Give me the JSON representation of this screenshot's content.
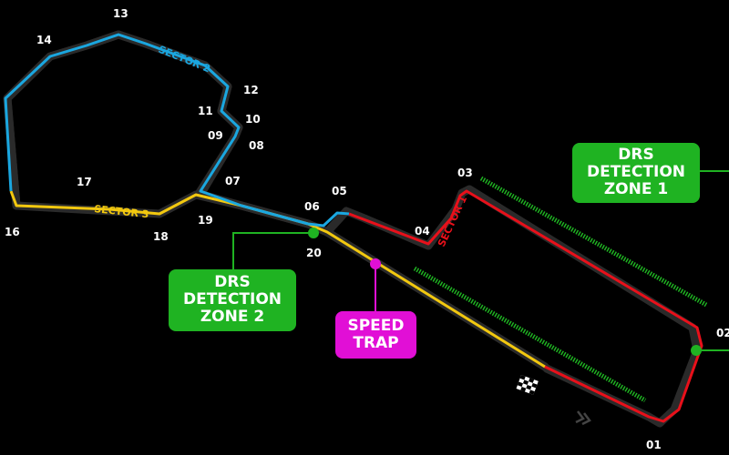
{
  "colors": {
    "sector1": "#e8101a",
    "sector2": "#1aa7e0",
    "sector3": "#f2c80f",
    "drs": "#1fb322",
    "speed_trap": "#e10fd6",
    "track_outline": "#2a2a2a",
    "background": "#000000"
  },
  "sectors": {
    "s1": "SECTOR 1",
    "s2": "SECTOR 2",
    "s3": "SECTOR 3"
  },
  "turns": {
    "t01": "01",
    "t02": "02",
    "t03": "03",
    "t04": "04",
    "t05": "05",
    "t06": "06",
    "t07": "07",
    "t08": "08",
    "t09": "09",
    "t10": "10",
    "t11": "11",
    "t12": "12",
    "t13": "13",
    "t14": "14",
    "t16": "16",
    "t17": "17",
    "t18": "18",
    "t19": "19",
    "t20": "20"
  },
  "drs_zone_1": {
    "line1": "DRS",
    "line2": "DETECTION",
    "line3": "ZONE 1"
  },
  "drs_zone_2": {
    "line1": "DRS",
    "line2": "DETECTION",
    "line3": "ZONE 2"
  },
  "speed_trap": {
    "line1": "SPEED",
    "line2": "TRAP"
  },
  "icons": [
    "start-finish-flag-icon",
    "direction-chevrons-icon"
  ]
}
